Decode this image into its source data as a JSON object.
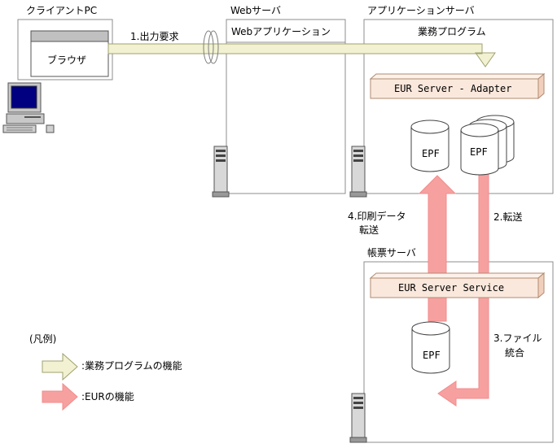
{
  "client": {
    "title": "クライアントPC",
    "browser_label": "ブラウザ"
  },
  "web": {
    "title": "Webサーバ",
    "app_label": "Webアプリケーション"
  },
  "app_server": {
    "title": "アプリケーションサーバ",
    "program_label": "業務プログラム",
    "adapter_label": "EUR Server - Adapter",
    "epf_left": "EPF",
    "epf_right": "EPF"
  },
  "form_server": {
    "title": "帳票サーバ",
    "service_label": "EUR Server Service",
    "epf": "EPF"
  },
  "steps": {
    "s1": "1.出力要求",
    "s2": "2.転送",
    "s3_line1": "3.ファイル",
    "s3_line2": "統合",
    "s4_line1": "4.印刷データ",
    "s4_line2": "転送"
  },
  "legend": {
    "title": "(凡例)",
    "item1": ":業務プログラムの機能",
    "item2": ":EURの機能"
  },
  "colors": {
    "program_arrow": "#f2f2d2",
    "program_arrow_stroke": "#a0a070",
    "eur_arrow": "#f7a0a0",
    "adapter_bar": "#fae8dc"
  }
}
